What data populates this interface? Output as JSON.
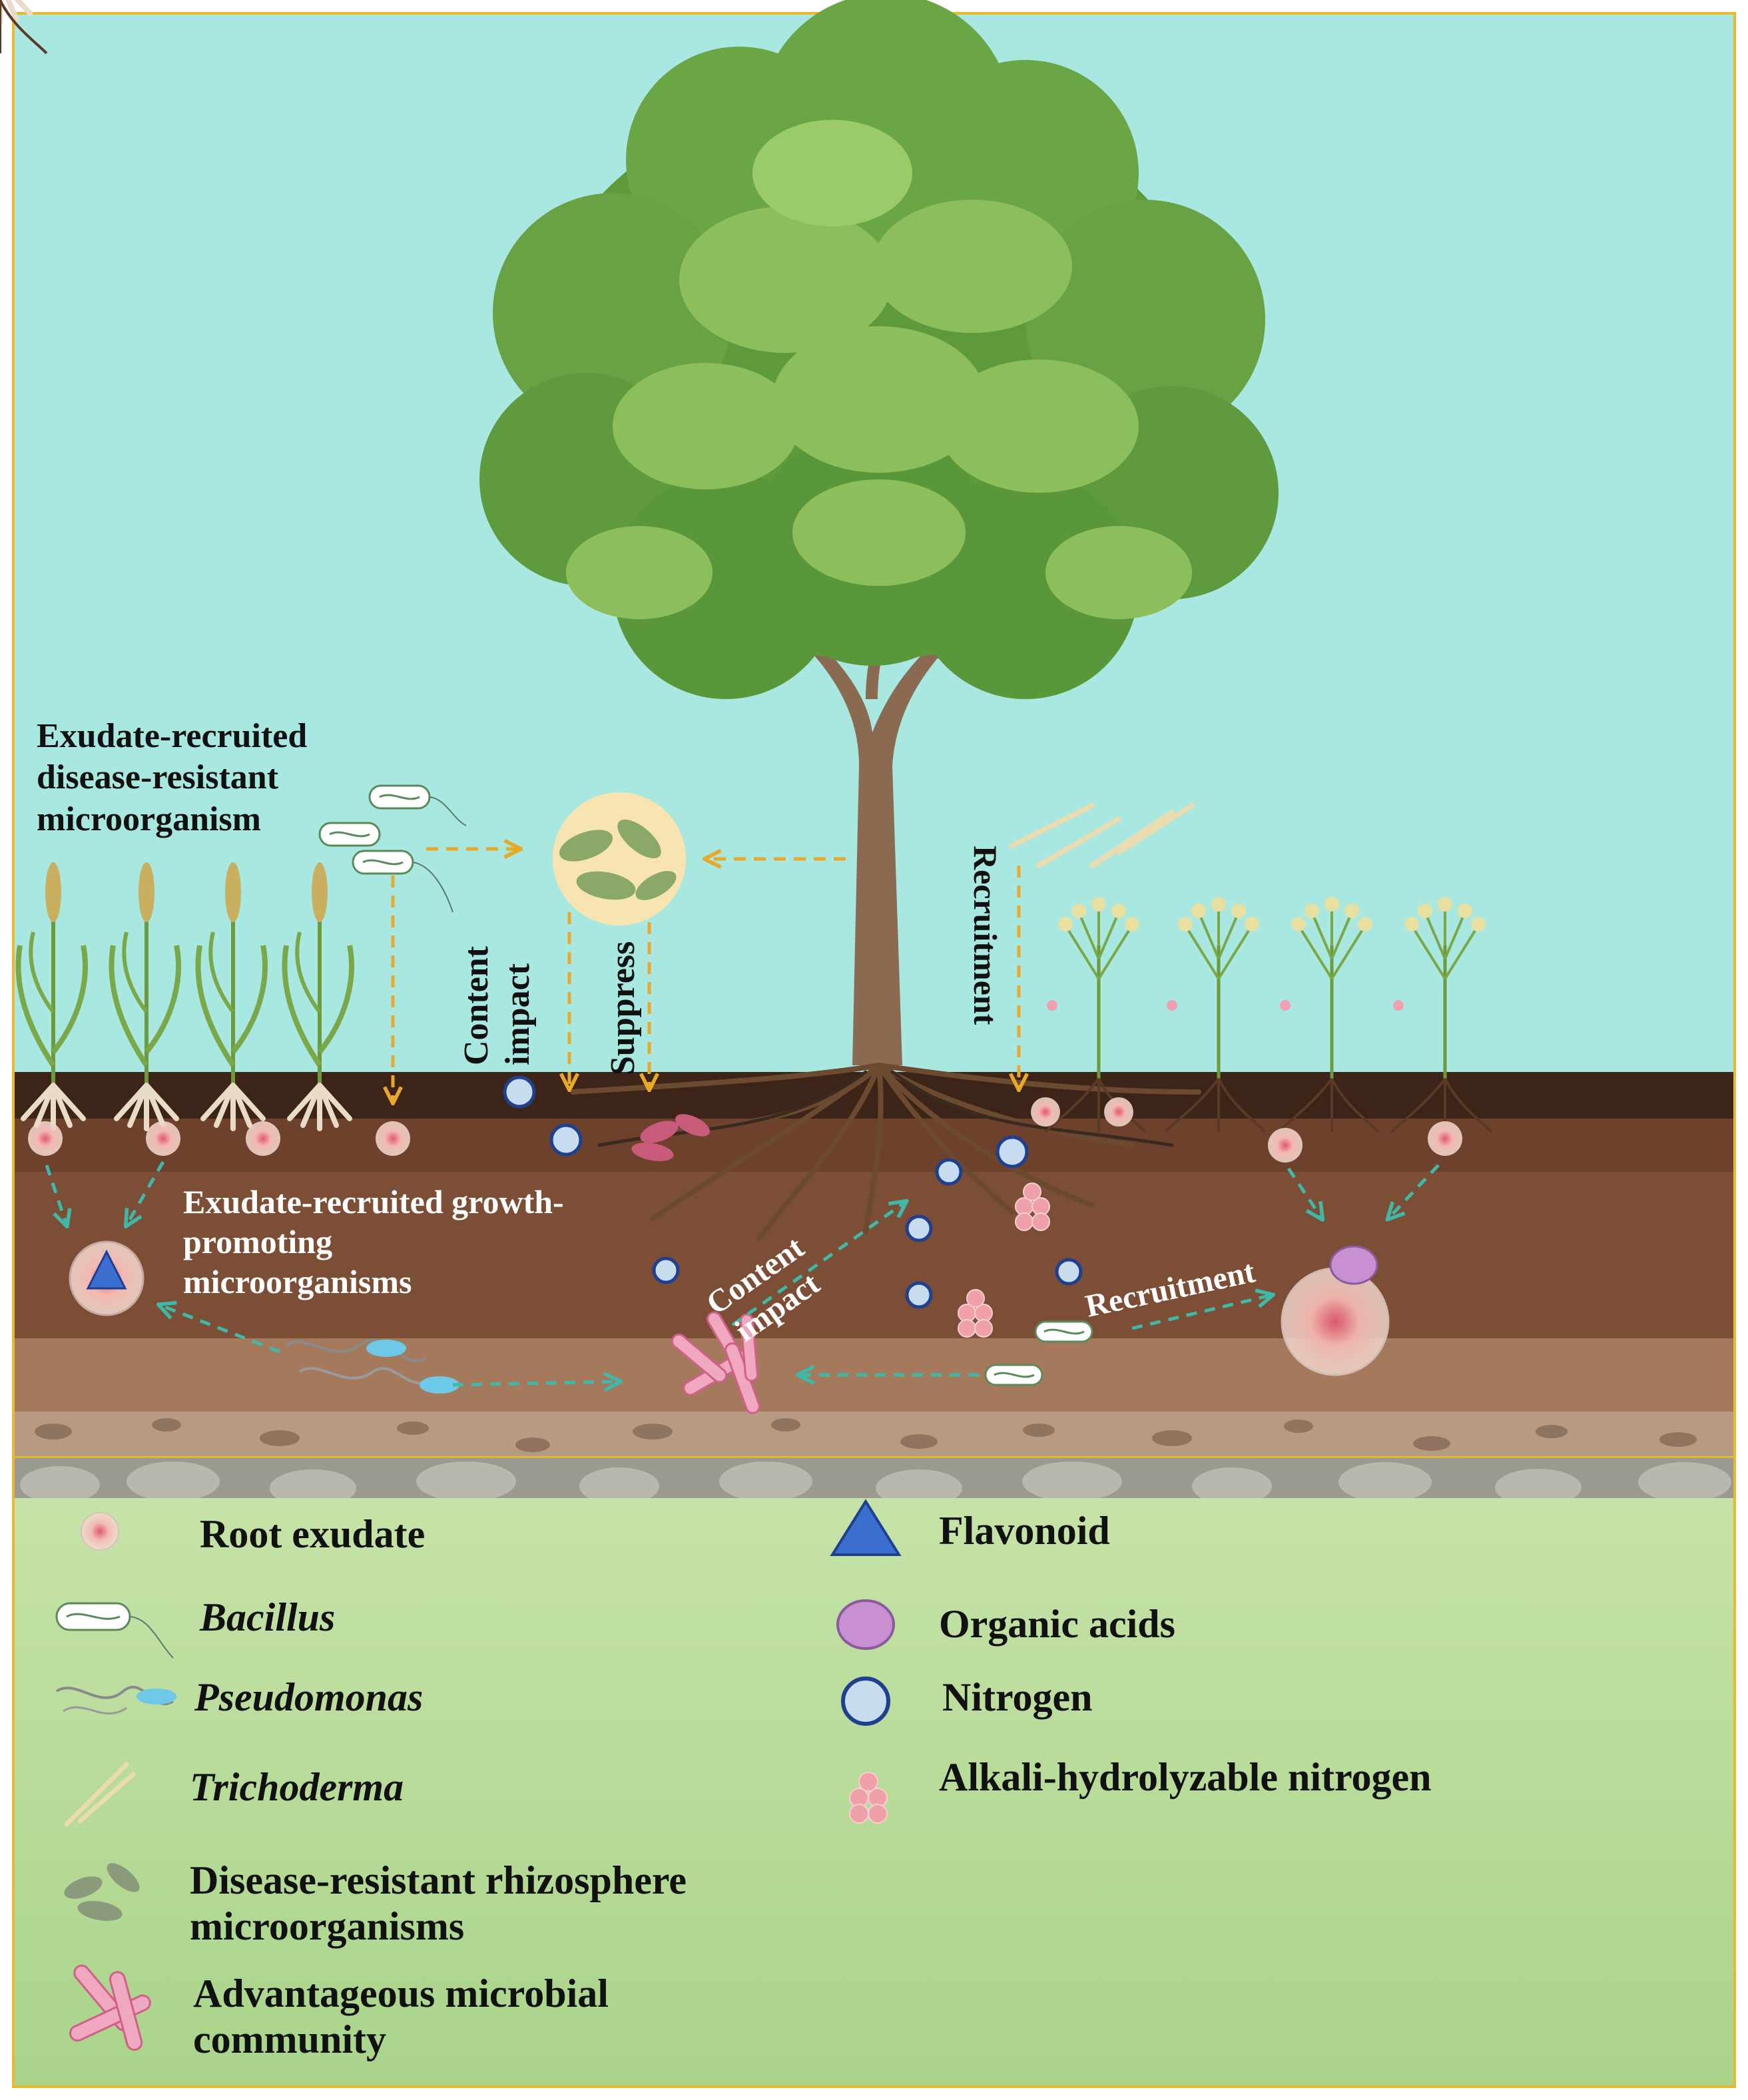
{
  "labels": {
    "exudate_recruited_resistant": [
      "Exudate-recruited",
      "disease-resistant",
      "microorganism"
    ],
    "content_impact_top": [
      "Content",
      "impact"
    ],
    "suppress": "Suppress",
    "recruitment_top": "Recruitment",
    "exudate_recruited_growth": [
      "Exudate-recruited growth-",
      "promoting",
      "microorganisms"
    ],
    "content_impact_mid": [
      "Content",
      "impact"
    ],
    "recruitment_mid": "Recruitment"
  },
  "legend": {
    "left": [
      {
        "icon": "root-exudate-icon",
        "label": "Root exudate",
        "italic": false
      },
      {
        "icon": "bacillus-icon",
        "label": "Bacillus",
        "italic": true
      },
      {
        "icon": "pseudomonas-icon",
        "label": "Pseudomonas",
        "italic": true
      },
      {
        "icon": "trichoderma-icon",
        "label": "Trichoderma",
        "italic": true
      },
      {
        "icon": "disease-resistant-microbe-icon",
        "label": [
          "Disease-resistant rhizosphere",
          "microorganisms"
        ],
        "italic": false
      },
      {
        "icon": "microbial-community-icon",
        "label": [
          "Advantageous microbial",
          "community"
        ],
        "italic": false
      }
    ],
    "right": [
      {
        "icon": "flavonoid-triangle-icon",
        "label": "Flavonoid"
      },
      {
        "icon": "organic-acid-circle-icon",
        "label": "Organic acids"
      },
      {
        "icon": "nitrogen-circle-icon",
        "label": "Nitrogen"
      },
      {
        "icon": "alkali-nitrogen-cluster-icon",
        "label": "Alkali-hydrolyzable nitrogen"
      }
    ]
  },
  "colors": {
    "sky": "#a8e8e0",
    "soil_dark": "#3d2418",
    "soil_mid": "#7a4a32",
    "soil_light": "#a57a5c",
    "legend_bg": "#a9d48a",
    "frame": "#e8b830",
    "orange_arrow": "#e8a82a",
    "teal_arrow": "#3fb8a8",
    "nitrogen_fill": "#c8dcf0",
    "nitrogen_stroke": "#1f3f8f",
    "flavonoid": "#3a6fd0",
    "organic_acid": "#c890d0"
  }
}
